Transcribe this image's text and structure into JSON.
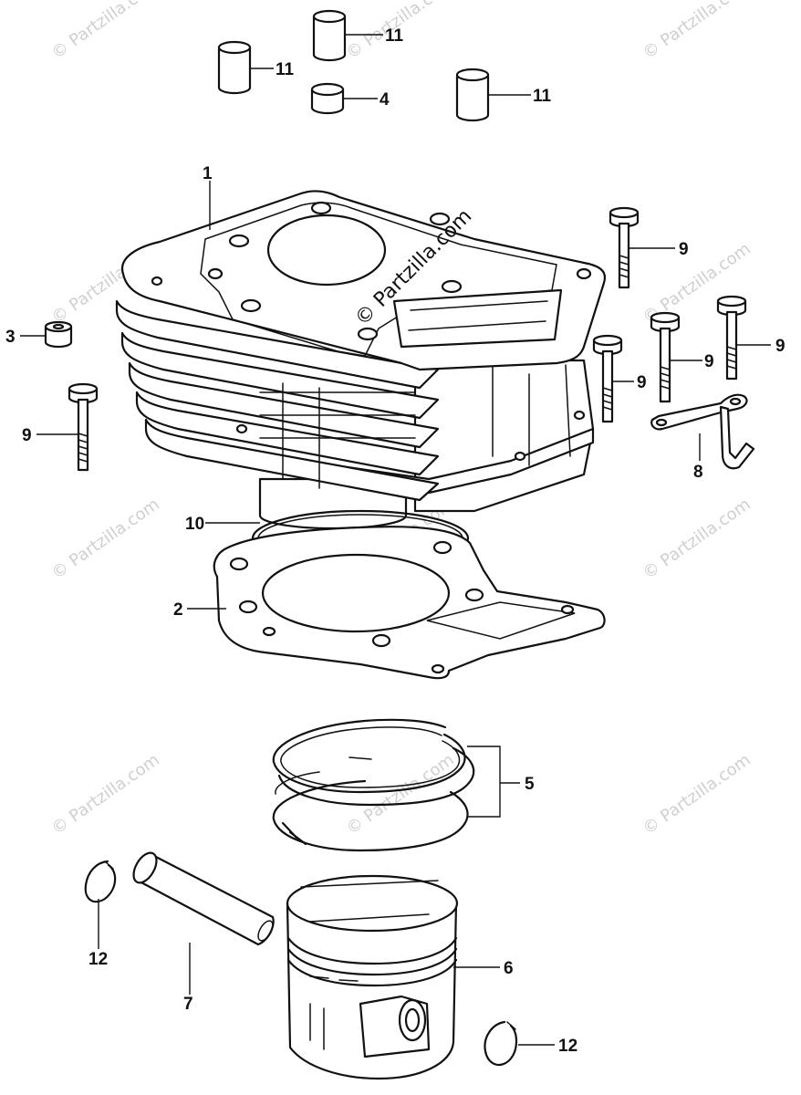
{
  "watermark": {
    "text": "© Partzilla.com",
    "center_text": "© Partzilla.com"
  },
  "callouts": {
    "c1": "1",
    "c2": "2",
    "c3": "3",
    "c4": "4",
    "c5": "5",
    "c6": "6",
    "c7": "7",
    "c8": "8",
    "c9a": "9",
    "c9b": "9",
    "c9c": "9",
    "c9d": "9",
    "c9e": "9",
    "c10": "10",
    "c11a": "11",
    "c11b": "11",
    "c11c": "11",
    "c12a": "12",
    "c12b": "12"
  }
}
